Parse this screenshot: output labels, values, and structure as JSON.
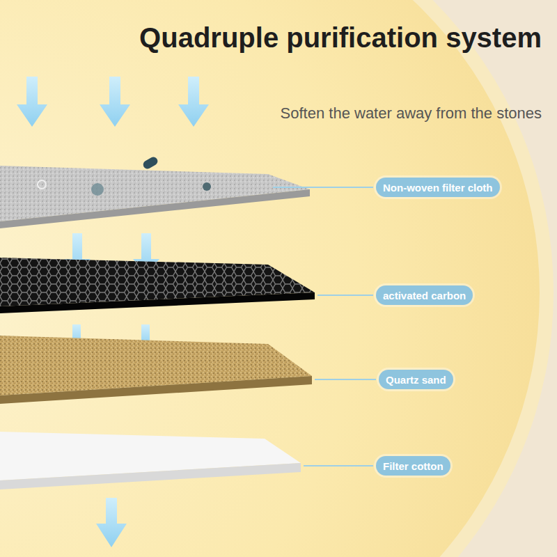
{
  "diagram": {
    "title": "Quadruple purification system",
    "nodes": [
      {
        "text": [
          "Non-woven filter cloth"
        ]
      },
      {
        "text": [
          "activated carbon"
        ]
      },
      {
        "text": [
          "Quartz sand"
        ]
      },
      {
        "text": [
          "Filter cotton"
        ]
      }
    ],
    "labels": [
      "Soften the water away from the stones"
    ]
  }
}
